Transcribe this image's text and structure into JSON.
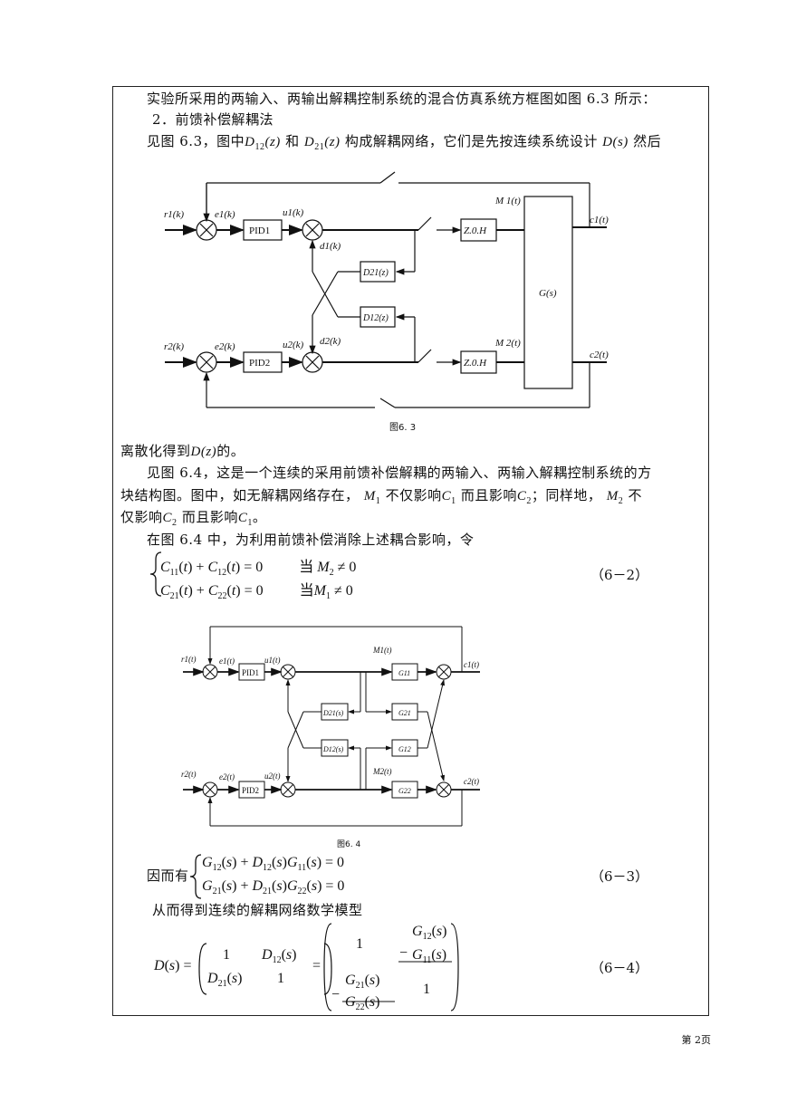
{
  "para1": "实验所采用的两输入、两输出解耦控制系统的混合仿真系统方框图如图 6.3 所示：",
  "heading2": "2．前馈补偿解耦法",
  "para2": {
    "a": "见图 6.3，图中",
    "d12": "D",
    "d12sub": "12",
    "z": "(z)",
    "and": "和",
    "d21": "D",
    "d21sub": "21",
    "z2": "(z)",
    "b": "构成解耦网络，它们是先按连续系统设计",
    "ds": "D(s)",
    "c": "然后"
  },
  "fig63": {
    "caption": "图6. 3",
    "r1": "r1(k)",
    "e1": "e1(k)",
    "u1": "u1(k)",
    "d1": "d1(k)",
    "r2": "r2(k)",
    "e2": "e2(k)",
    "u2": "u2(k)",
    "d2": "d2(k)",
    "pid1": "PID1",
    "pid2": "PID2",
    "zoh": "Z.0.H",
    "d21": "D21(z)",
    "d12": "D12(z)",
    "gs": "G(s)",
    "m1": "M 1(t)",
    "m2": "M 2(t)",
    "c1": "c1(t)",
    "c2": "c2(t)"
  },
  "para3": "离散化得到",
  "para3b": "D(z)",
  "para3c": "的。",
  "para4a": "见图 6.4，这是一个连续的采用前馈补偿解耦的两输入、两输入解耦控制系统的方",
  "para4b": "块结构图。图中，如无解耦网络存在，",
  "para4c": "不仅影响",
  "para4d": "而且影响",
  "para4e": "；同样地，",
  "para4f": "不",
  "para5a": "仅影响",
  "para5b": "而且影响",
  "para5c": "。",
  "para6": "在图 6.4 中，为利用前馈补偿消除上述耦合影响，令",
  "eq62": {
    "line1": "C11(t) + C12(t) = 0",
    "cond1": "当 M2 ≠ 0",
    "line2": "C21(t) + C22(t) = 0",
    "cond2": "当M1 ≠ 0",
    "number": "（6－2）"
  },
  "fig64": {
    "caption": "图6. 4",
    "r1": "r1(t)",
    "e1": "e1(t)",
    "u1": "u1(t)",
    "m1": "M1(t)",
    "c1": "c1(t)",
    "r2": "r2(t)",
    "e2": "e2(t)",
    "u2": "u2(t)",
    "m2": "M2(t)",
    "c2": "c2(t)",
    "pid1": "PID1",
    "pid2": "PID2",
    "d21": "D21(s)",
    "d12": "D12(s)",
    "g11": "G11",
    "g21": "G21",
    "g12": "G12",
    "g22": "G22"
  },
  "eq63": {
    "prefix": "因而有",
    "line1": "G12(s) + D12(s)G11(s) = 0",
    "line2": "G21(s) + D21(s)G22(s) = 0",
    "number": "（6－3）"
  },
  "para7": "从而得到连续的解耦网络数学模型",
  "eq64": {
    "lhs": "D(s) =",
    "m11": "1",
    "m12": "D12(s)",
    "m21": "D21(s)",
    "m22": "1",
    "eqsign": "=",
    "n11": "1",
    "n12num": "G12(s)",
    "n12den": "G11(s)",
    "n21num": "G21(s)",
    "n21den": "G22(s)",
    "n22": "1",
    "number": "（6－4）"
  },
  "page_number": "第 2页"
}
